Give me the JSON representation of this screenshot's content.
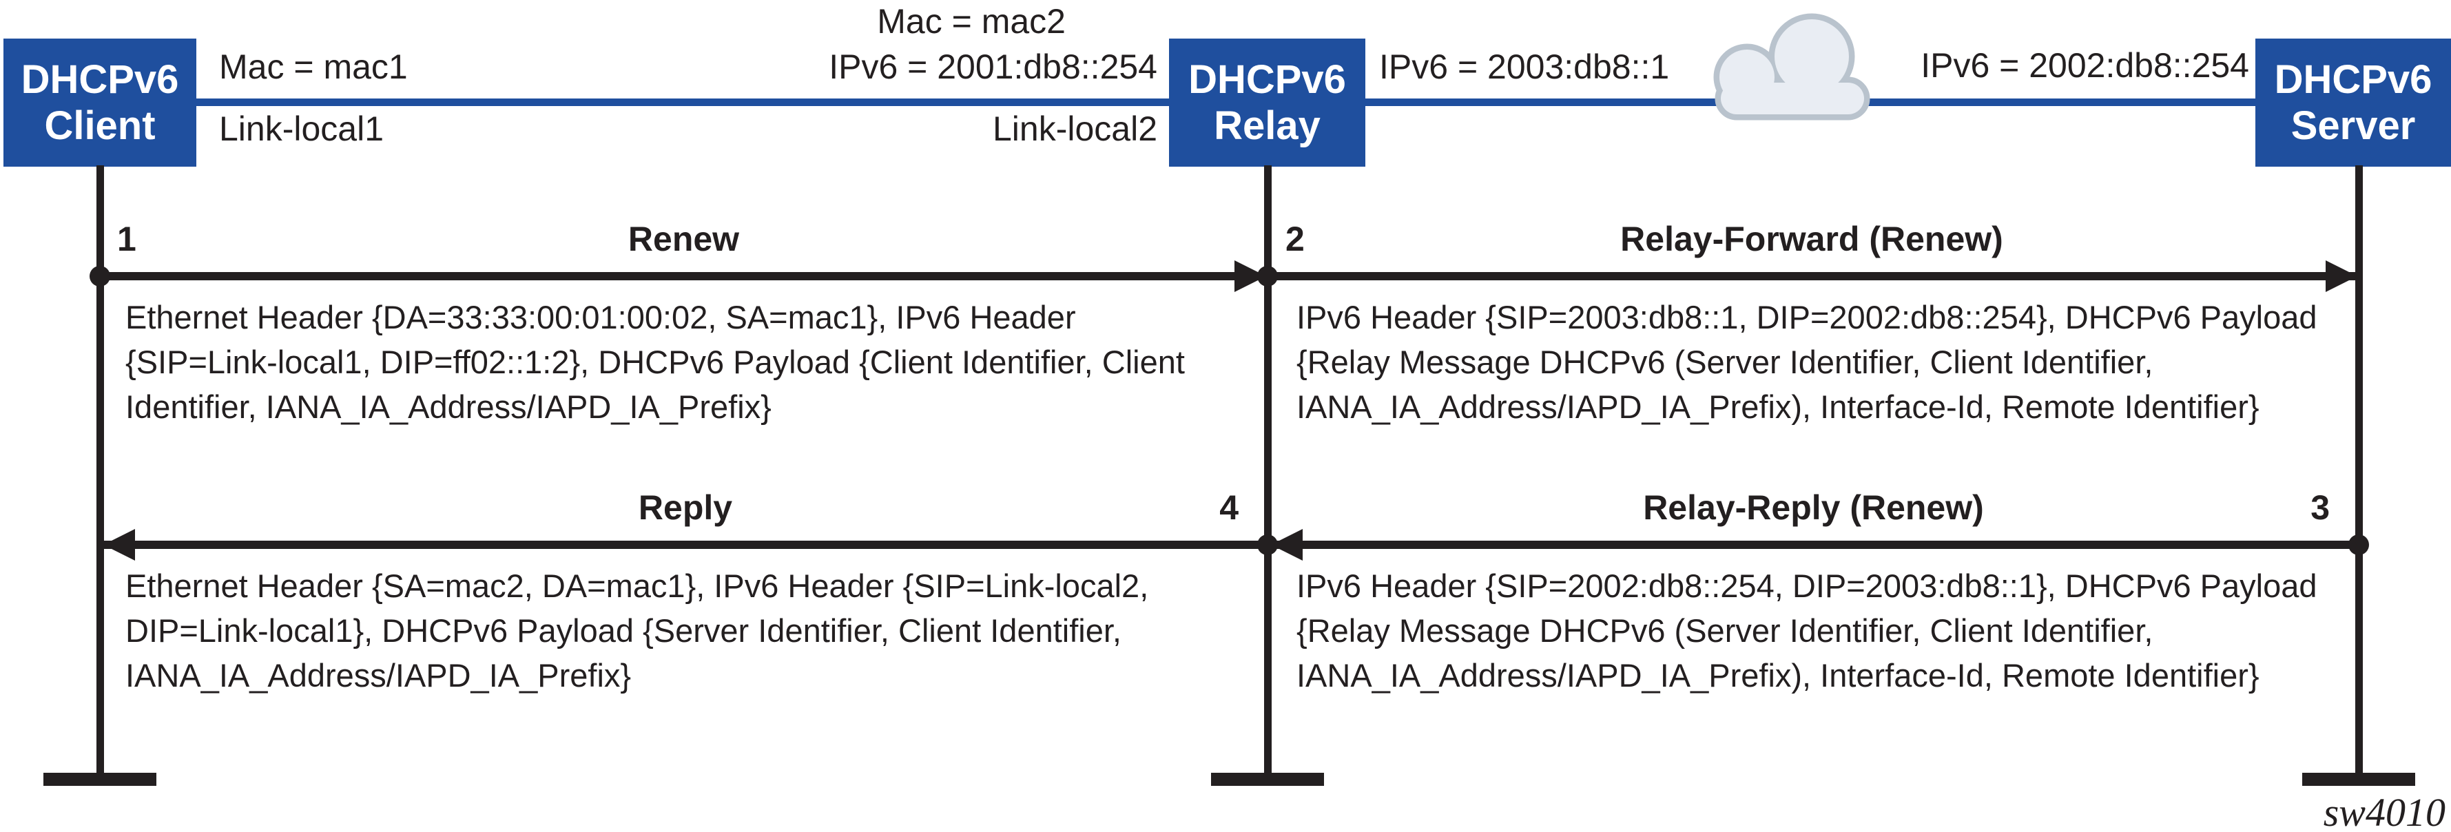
{
  "diagram": {
    "title_implied": "DHCPv6 relayed Renew message flow",
    "colors": {
      "node_blue": "#1f4f9e",
      "ink": "#231f20",
      "cloud_fill": "#e9edf3",
      "cloud_stroke": "#b9c3cd"
    },
    "nodes": [
      {
        "id": "client",
        "line1": "DHCPv6",
        "line2": "Client"
      },
      {
        "id": "relay",
        "line1": "DHCPv6",
        "line2": "Relay"
      },
      {
        "id": "server",
        "line1": "DHCPv6",
        "line2": "Server"
      }
    ],
    "link_labels": {
      "client_mac": "Mac = mac1",
      "client_linklocal": "Link-local1",
      "relay_mac": "Mac = mac2",
      "relay_ipv6_left": "IPv6 = 2001:db8::254",
      "relay_linklocal": "Link-local2",
      "relay_ipv6_right": "IPv6 = 2003:db8::1",
      "server_ipv6": "IPv6 = 2002:db8::254"
    },
    "messages": [
      {
        "num": "1",
        "label": "Renew",
        "from": "client",
        "to": "relay",
        "detail": "Ethernet Header {DA=33:33:00:01:00:02, SA=mac1}, IPv6 Header {SIP=Link-local1, DIP=ff02::1:2}, DHCPv6 Payload {Client Identifier, Client Identifier, IANA_IA_Address/IAPD_IA_Prefix}"
      },
      {
        "num": "2",
        "label": "Relay-Forward (Renew)",
        "from": "relay",
        "to": "server",
        "detail": "IPv6 Header {SIP=2003:db8::1, DIP=2002:db8::254}, DHCPv6 Payload {Relay Message DHCPv6 (Server Identifier, Client Identifier, IANA_IA_Address/IAPD_IA_Prefix), Interface-Id, Remote Identifier}"
      },
      {
        "num": "3",
        "label": "Relay-Reply (Renew)",
        "from": "server",
        "to": "relay",
        "detail": "IPv6 Header {SIP=2002:db8::254, DIP=2003:db8::1}, DHCPv6 Payload {Relay Message DHCPv6 (Server Identifier, Client Identifier, IANA_IA_Address/IAPD_IA_Prefix), Interface-Id, Remote Identifier}"
      },
      {
        "num": "4",
        "label": "Reply",
        "from": "relay",
        "to": "client",
        "detail": "Ethernet Header {SA=mac2, DA=mac1}, IPv6 Header {SIP=Link-local2, DIP=Link-local1}, DHCPv6 Payload {Server Identifier, Client Identifier, IANA_IA_Address/IAPD_IA_Prefix}"
      }
    ],
    "figure_id": "sw4010"
  }
}
